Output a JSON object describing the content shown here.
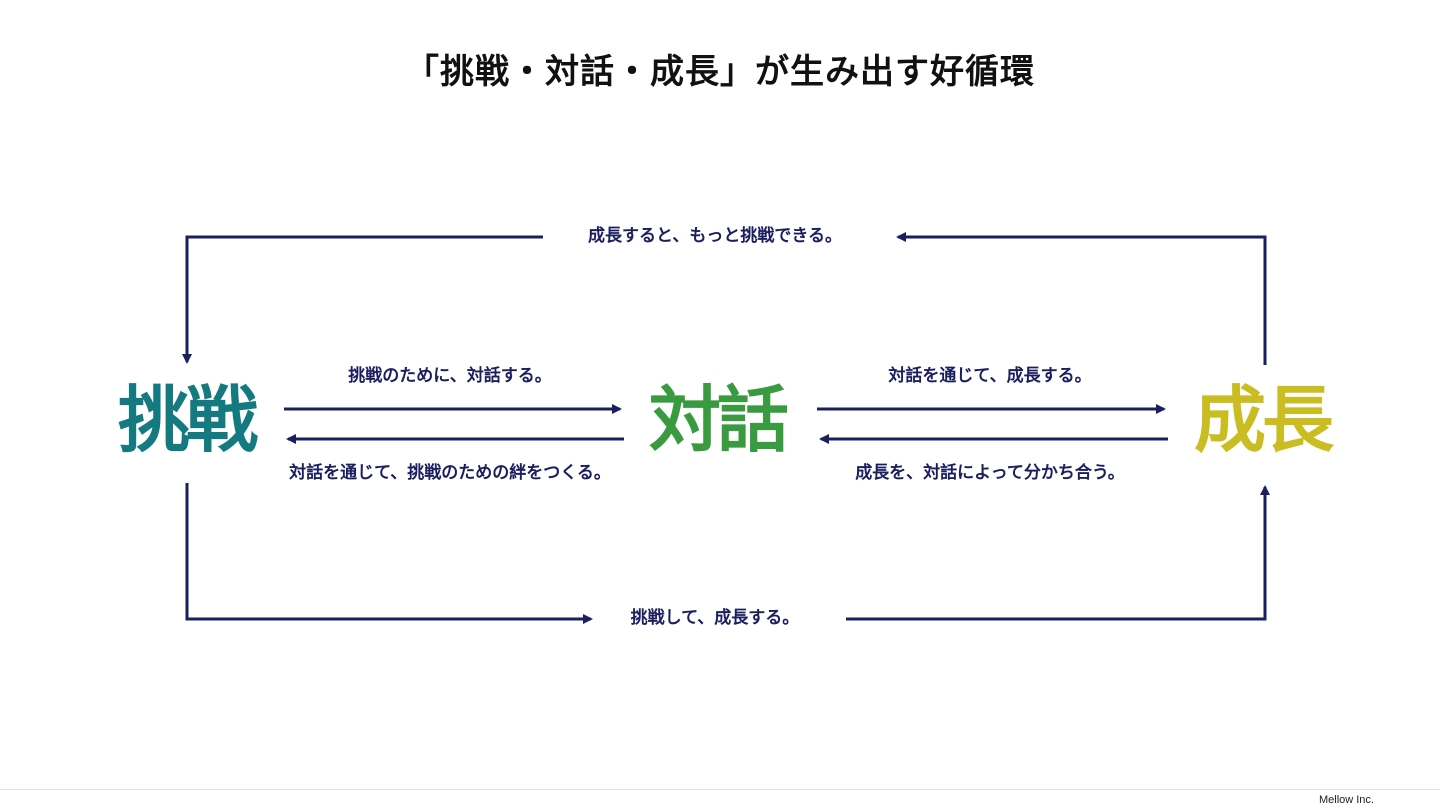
{
  "title": "「挑戦・対話・成長」が生み出す好循環",
  "colors": {
    "arrow": "#1b1f5e",
    "challenge": "#157a80",
    "dialogue": "#3a9a40",
    "growth": "#c9bd22",
    "title": "#111111"
  },
  "nodes": {
    "challenge": "挑戦",
    "dialogue": "対話",
    "growth": "成長"
  },
  "flows": {
    "growth_to_challenge": "成長すると、もっと挑戦できる。",
    "challenge_to_dialogue": "挑戦のために、対話する。",
    "dialogue_to_challenge": "対話を通じて、挑戦のための絆をつくる。",
    "dialogue_to_growth": "対話を通じて、成長する。",
    "growth_to_dialogue": "成長を、対話によって分かち合う。",
    "challenge_to_growth": "挑戦して、成長する。"
  },
  "footer": {
    "company": "Mellow Inc."
  }
}
